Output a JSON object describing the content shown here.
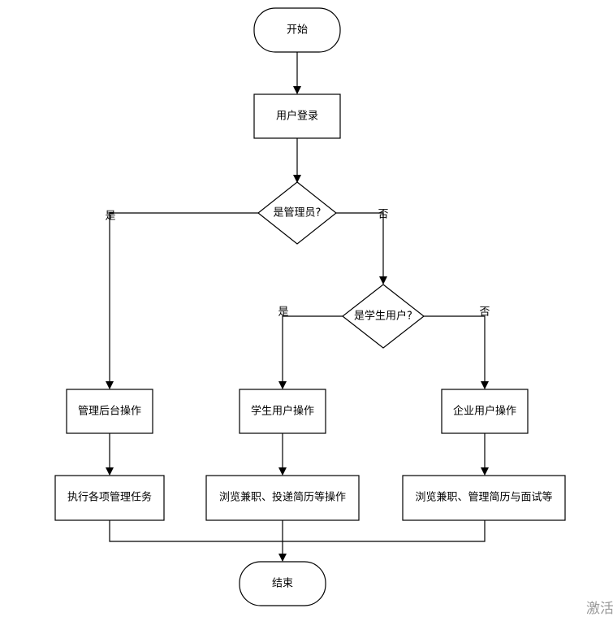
{
  "nodes": {
    "start": "开始",
    "login": "用户登录",
    "is_admin": "是管理员?",
    "is_student": "是学生用户?",
    "admin_ops": "管理后台操作",
    "student_ops": "学生用户操作",
    "company_ops": "企业用户操作",
    "admin_tasks": "执行各项管理任务",
    "student_tasks": "浏览兼职、投递简历等操作",
    "company_tasks": "浏览兼职、管理简历与面试等",
    "end": "结束"
  },
  "edge_labels": {
    "admin_yes": "是",
    "admin_no": "否",
    "student_yes": "是",
    "student_no": "否"
  },
  "watermark": "激活"
}
